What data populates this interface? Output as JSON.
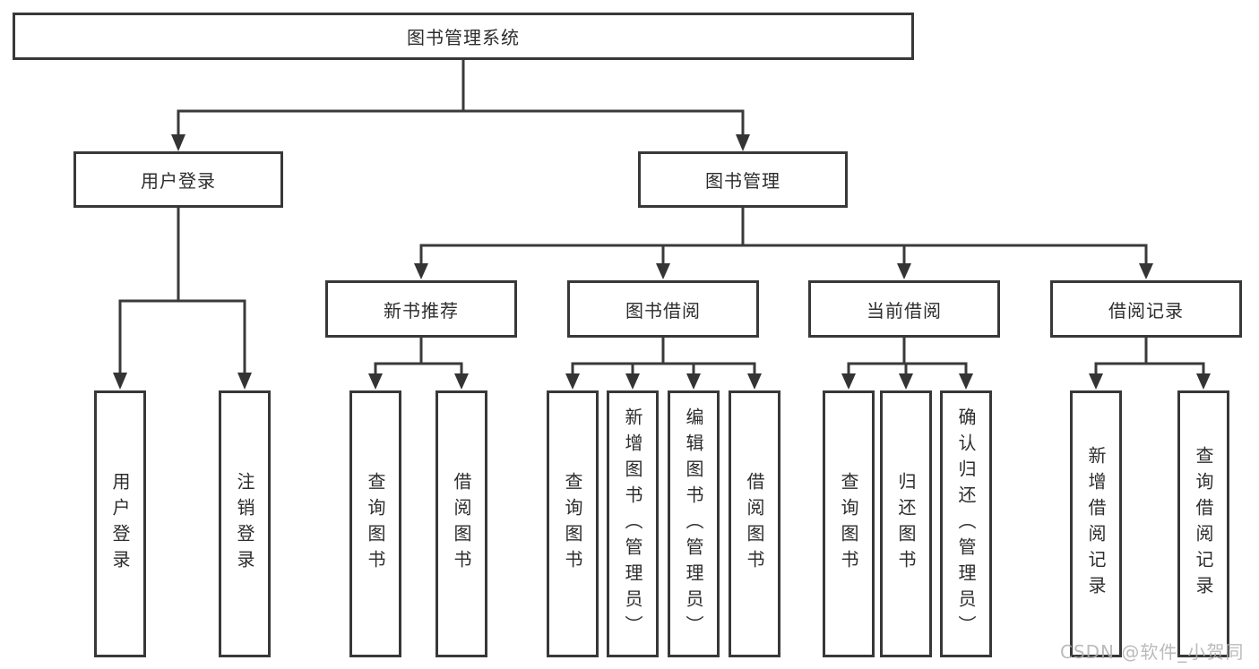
{
  "diagram": {
    "type": "tree",
    "root": {
      "label": "图书管理系统",
      "children": [
        {
          "label": "用户登录",
          "children": [
            {
              "label": "用户登录"
            },
            {
              "label": "注销登录"
            }
          ]
        },
        {
          "label": "图书管理",
          "children": [
            {
              "label": "新书推荐",
              "children": [
                {
                  "label": "查询图书"
                },
                {
                  "label": "借阅图书"
                }
              ]
            },
            {
              "label": "图书借阅",
              "children": [
                {
                  "label": "查询图书"
                },
                {
                  "label": "新增图书（管理员）"
                },
                {
                  "label": "编辑图书（管理员）"
                },
                {
                  "label": "借阅图书"
                }
              ]
            },
            {
              "label": "当前借阅",
              "children": [
                {
                  "label": "查询图书"
                },
                {
                  "label": "归还图书"
                },
                {
                  "label": "确认归还（管理员）"
                }
              ]
            },
            {
              "label": "借阅记录",
              "children": [
                {
                  "label": "新增借阅记录"
                },
                {
                  "label": "查询借阅记录"
                }
              ]
            }
          ]
        }
      ]
    }
  },
  "watermark": {
    "text": "CSDN @软件_小贺同学"
  },
  "colors": {
    "line": "#3a3a3a",
    "box_border": "#383838",
    "text": "#2d2d2d",
    "watermark": "#b0b0b0",
    "background": "#ffffff"
  }
}
